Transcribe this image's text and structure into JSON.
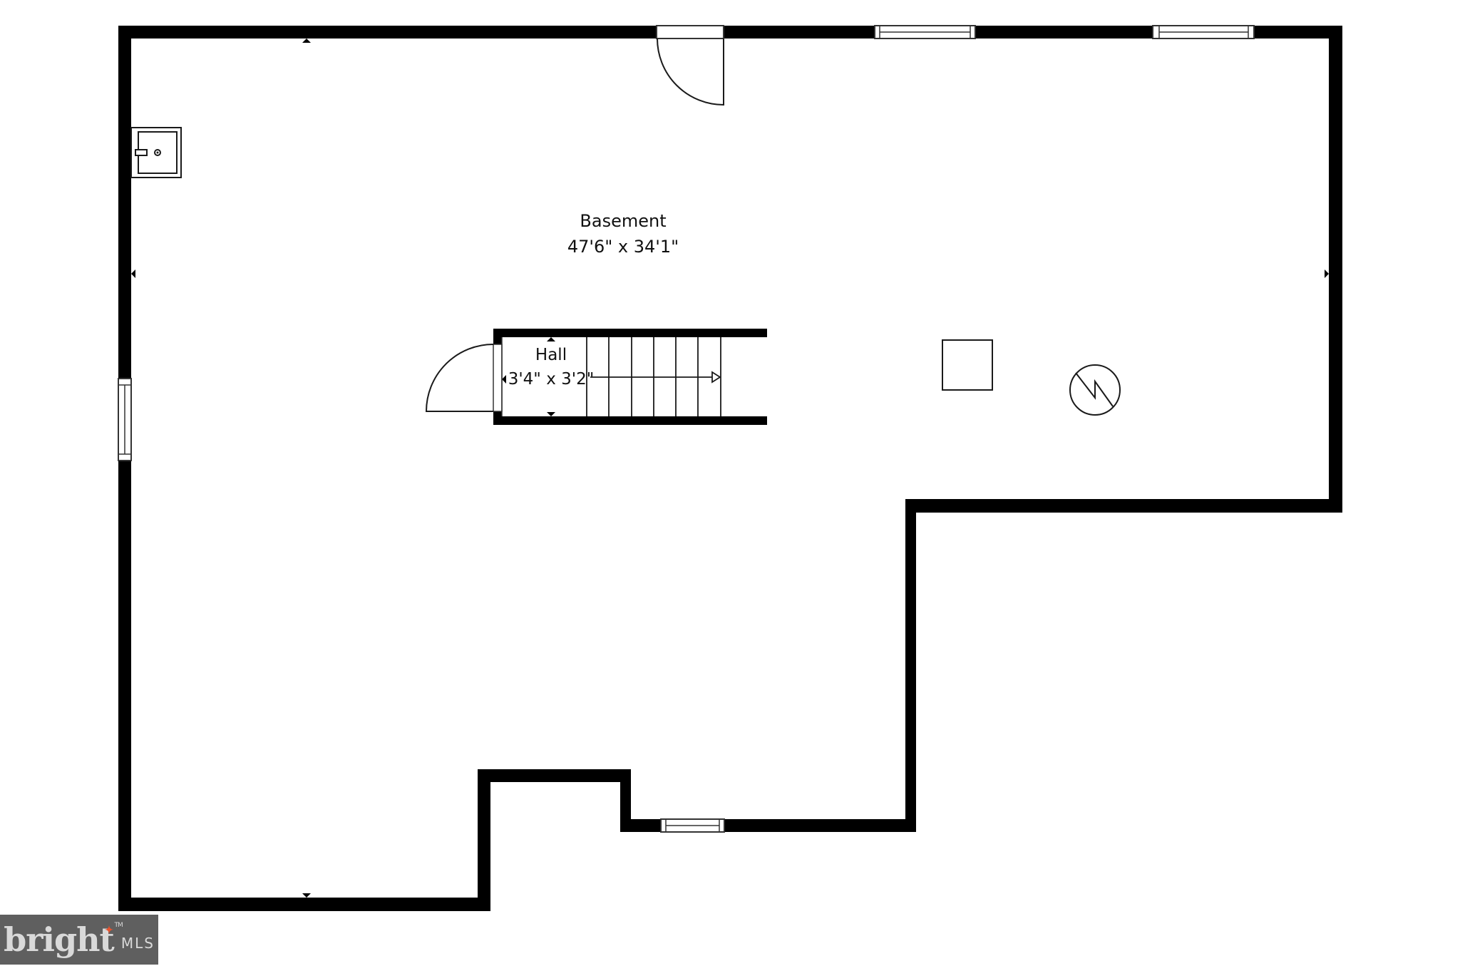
{
  "floorplan": {
    "rooms": [
      {
        "name": "Basement",
        "dimensions": "47'6\" x 34'1\""
      },
      {
        "name": "Hall",
        "dimensions": "3'4\" x 3'2\""
      }
    ],
    "fixtures": [
      "sink",
      "stairs",
      "water-heater-square",
      "electrical-panel-circle"
    ],
    "openings": {
      "doors": 2,
      "windows": 4
    }
  },
  "watermark": {
    "brand": "bright",
    "trademark": "TM",
    "suffix": "MLS",
    "accent_color": "#e8532e",
    "background_color": "#5f5f5f"
  },
  "colors": {
    "wall": "#000000",
    "background": "#ffffff",
    "line": "#1a1a1a"
  }
}
